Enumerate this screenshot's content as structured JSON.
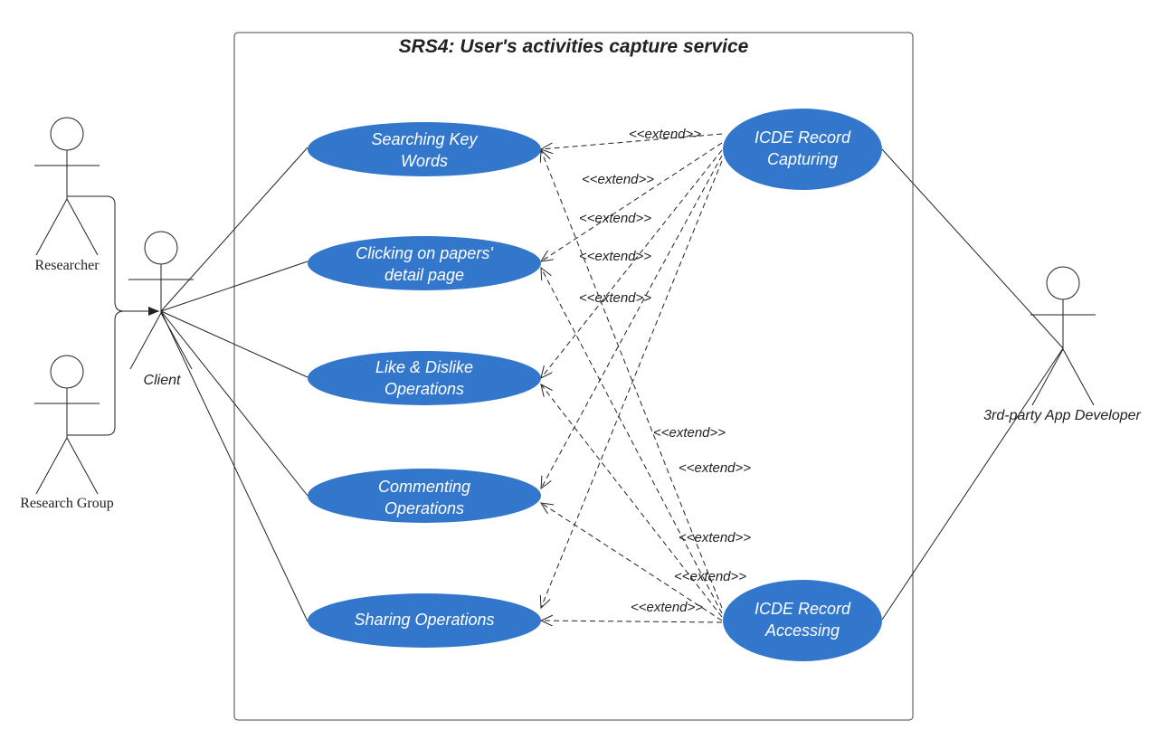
{
  "system": {
    "title": "SRS4: User's activities capture service"
  },
  "actors": {
    "researcher": "Researcher",
    "research_group": "Research Group",
    "client": "Client",
    "developer": "3rd-party App Developer"
  },
  "use_cases": {
    "searching": [
      "Searching Key",
      "Words"
    ],
    "clicking": [
      "Clicking on papers'",
      "detail page"
    ],
    "like": [
      "Like & Dislike",
      "Operations"
    ],
    "commenting": [
      "Commenting",
      "Operations"
    ],
    "sharing": [
      "Sharing Operations"
    ],
    "capturing": [
      "ICDE Record",
      "Capturing"
    ],
    "accessing": [
      "ICDE Record",
      "Accessing"
    ]
  },
  "relation_label": "<<extend>>",
  "colors": {
    "use_case_fill": "#3377cc",
    "use_case_text": "#ffffff",
    "line": "#222222"
  }
}
